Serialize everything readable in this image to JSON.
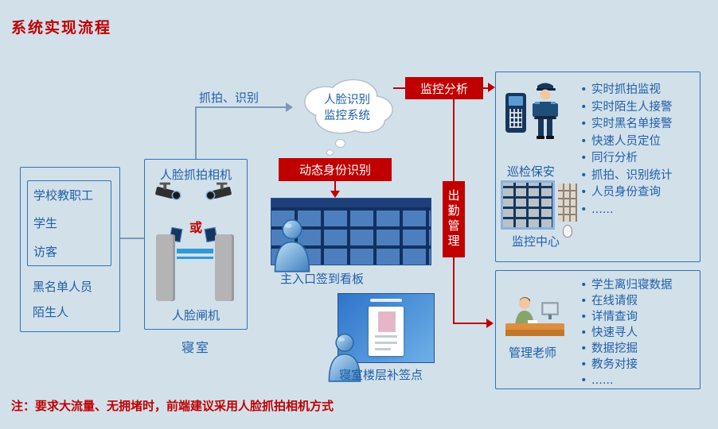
{
  "title": "系统实现流程",
  "note": "注：要求大流量、无拥堵时，前端建议采用人脸抓拍相机方式",
  "sources": {
    "inner_items": [
      "学校教职工",
      "学生",
      "访客"
    ],
    "outer_items": [
      "黑名单人员",
      "陌生人"
    ]
  },
  "capture": {
    "camera_label": "人脸抓拍相机",
    "or_label": "或",
    "gate_label": "人脸闸机",
    "location_caption": "寝室"
  },
  "flow": {
    "capture_recognize": "抓拍、识别",
    "monitor_analysis": "监控分析",
    "dynamic_identity": "动态身份识别",
    "attendance_mgmt": "出勤管理"
  },
  "cloud": {
    "line1": "人脸识别",
    "line2": "监控系统"
  },
  "checkin": {
    "main_caption": "主入口签到看板",
    "floor_caption": "寝室楼层补签点"
  },
  "security": {
    "patrol_label": "巡检保安",
    "center_label": "监控中心",
    "items": [
      "实时抓拍监视",
      "实时陌生人接警",
      "实时黑名单接警",
      "快速人员定位",
      "同行分析",
      "抓拍、识别统计",
      "人员身份查询",
      "......"
    ]
  },
  "teacher": {
    "label": "管理老师",
    "items": [
      "学生离归寝数据",
      "在线请假",
      "详情查询",
      "快速寻人",
      "数据挖掘",
      "教务对接",
      "......"
    ]
  },
  "colors": {
    "accent_red": "#C00000",
    "border_blue": "#2E75B6",
    "text_blue": "#1f5fa8"
  }
}
